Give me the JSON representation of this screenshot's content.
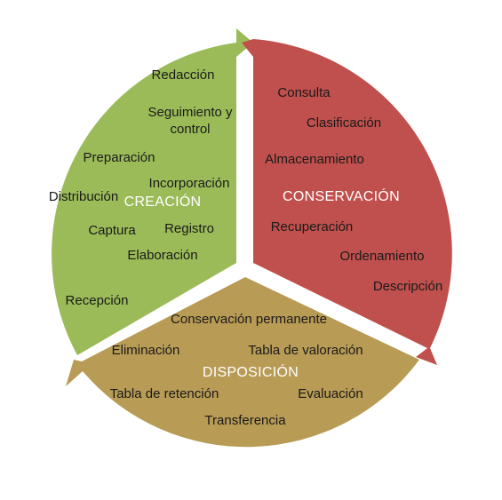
{
  "diagram": {
    "segments": [
      {
        "key": "creacion",
        "title": "CREACIÓN",
        "color": "#9bbb59",
        "items": [
          "Redacción",
          "Seguimiento y",
          "control",
          "Preparación",
          "Incorporación",
          "Distribución",
          "Captura",
          "Registro",
          "Elaboración",
          "Recepción"
        ]
      },
      {
        "key": "conservacion",
        "title": "CONSERVACIÓN",
        "color": "#c0504d",
        "items": [
          "Consulta",
          "Clasificación",
          "Almacenamiento",
          "Recuperación",
          "Ordenamiento",
          "Descripción"
        ]
      },
      {
        "key": "disposicion",
        "title": "DISPOSICIÓN",
        "color": "#b89b54",
        "items": [
          "Conservación permanente",
          "Eliminación",
          "Tabla de valoración",
          "Tabla de retención",
          "Evaluación",
          "Transferencia"
        ]
      }
    ]
  }
}
